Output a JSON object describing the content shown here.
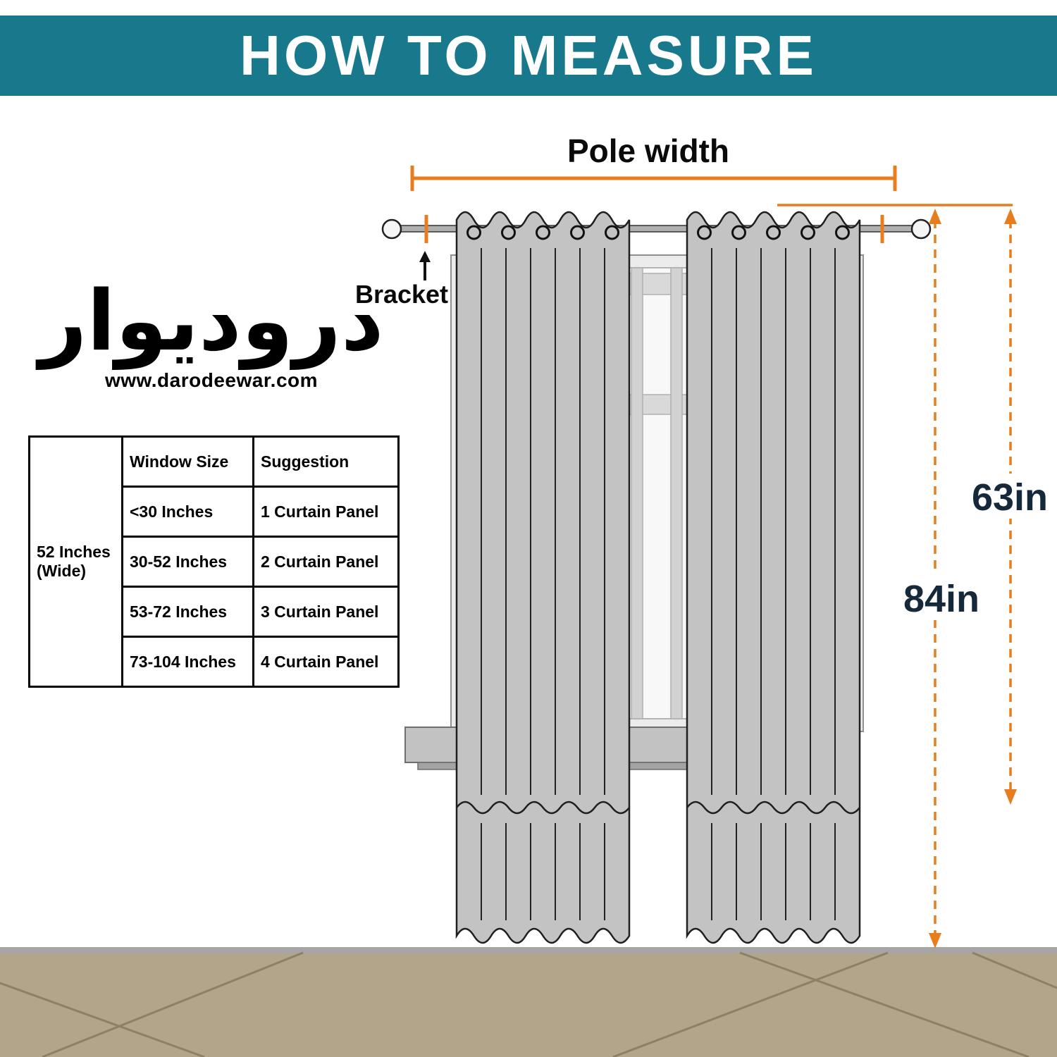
{
  "header": {
    "title": "HOW TO MEASURE"
  },
  "brand": {
    "logo": "درودیوار",
    "website": "www.darodeewar.com"
  },
  "size_table": {
    "row_header": "52 Inches (Wide)",
    "columns": [
      "Window Size",
      "Suggestion"
    ],
    "rows": [
      {
        "window_size": "<30 Inches",
        "suggestion": "1 Curtain Panel"
      },
      {
        "window_size": "30-52 Inches",
        "suggestion": "2 Curtain Panel"
      },
      {
        "window_size": "53-72 Inches",
        "suggestion": "3 Curtain Panel"
      },
      {
        "window_size": "73-104 Inches",
        "suggestion": "4 Curtain Panel"
      }
    ]
  },
  "diagram": {
    "pole_width_label": "Pole width",
    "bracket_label": "Bracket",
    "length_63": "63in",
    "length_84": "84in"
  },
  "colors": {
    "header_teal": "#17798b",
    "accent_orange": "#e87d1e",
    "measure_navy": "#16293b",
    "floor_tan": "#b3a58a",
    "curtain_gray": "#c3c3c3"
  }
}
